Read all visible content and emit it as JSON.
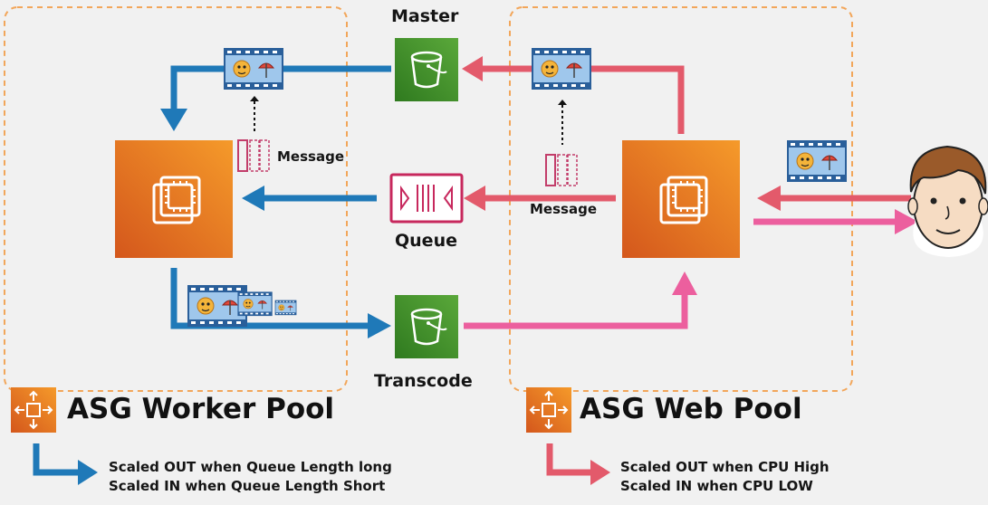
{
  "nodes": {
    "master": "Master",
    "queue": "Queue",
    "transcode": "Transcode",
    "message_left": "Message",
    "message_right": "Message"
  },
  "pools": {
    "worker": {
      "title": "ASG Worker Pool",
      "notes": [
        "Scaled OUT when Queue Length long",
        "Scaled IN when Queue Length Short"
      ]
    },
    "web": {
      "title": "ASG Web Pool",
      "notes": [
        "Scaled OUT when CPU High",
        "Scaled IN when CPU LOW"
      ]
    }
  },
  "icons": {
    "ec2": "ec2-instance-icon",
    "s3": "s3-bucket-icon",
    "sqs": "sqs-queue-icon",
    "asg": "auto-scaling-group-icon",
    "media": "video-film-icon",
    "user": "user-face-icon"
  },
  "colors": {
    "blue": "#1f79b8",
    "red": "#e35a6b",
    "pink": "#ec5f9e",
    "s3_green": "#3f8624",
    "ec2_orange": "#e8721c",
    "sqs_magenta": "#c7285d",
    "dashed_border": "#f2a65a"
  }
}
